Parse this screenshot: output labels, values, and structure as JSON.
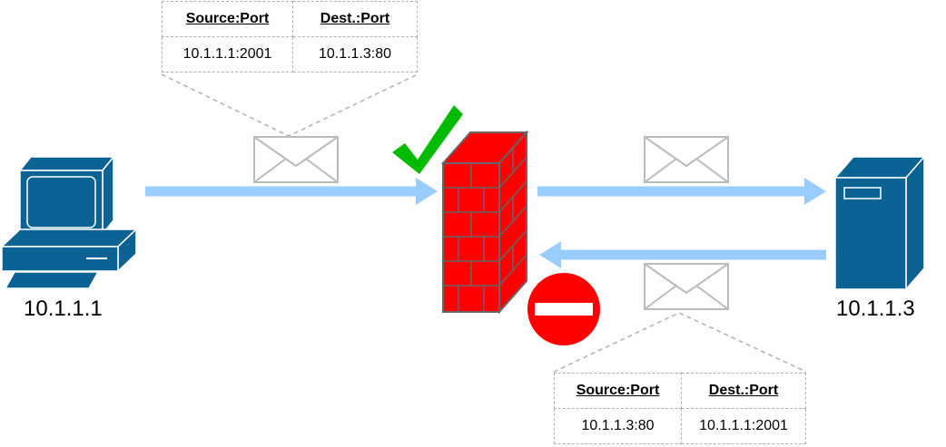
{
  "client": {
    "label": "10.1.1.1",
    "icon": "desktop-computer-icon"
  },
  "server": {
    "label": "10.1.1.3",
    "icon": "server-tower-icon"
  },
  "firewall": {
    "icon": "firewall-brick-wall-icon"
  },
  "allowed_marker": {
    "icon": "green-checkmark-icon"
  },
  "blocked_marker": {
    "icon": "no-entry-icon"
  },
  "outbound_packet": {
    "headers": {
      "source": "Source:Port",
      "dest": "Dest.:Port"
    },
    "values": {
      "source": "10.1.1.1:2001",
      "dest": "10.1.1.3:80"
    }
  },
  "return_packet": {
    "headers": {
      "source": "Source:Port",
      "dest": "Dest.:Port"
    },
    "values": {
      "source": "10.1.1.3:80",
      "dest": "10.1.1.1:2001"
    }
  },
  "colors": {
    "device_blue": "#0b6394",
    "arrow_blue": "#99ccff",
    "firewall_red": "#ff0000",
    "check_green": "#00bb00",
    "envelope_gray": "#bbbbbb",
    "dashed_gray": "#b0b0b0"
  }
}
